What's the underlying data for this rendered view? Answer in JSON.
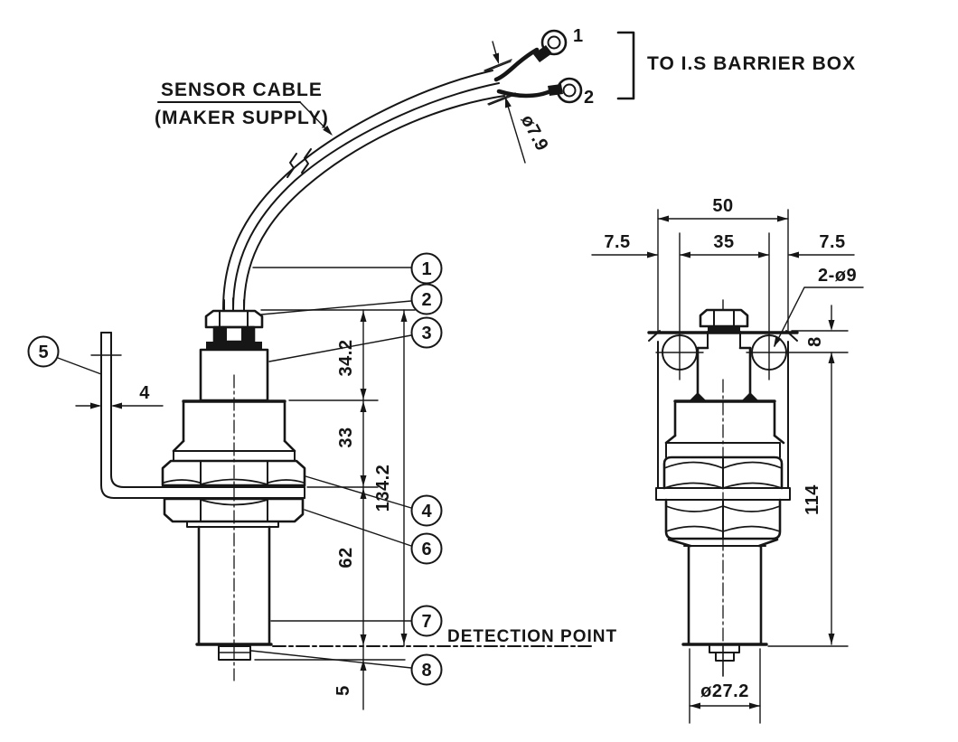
{
  "drawing": {
    "colors": {
      "ink": "#161616",
      "background": "#ffffff"
    },
    "labels": {
      "sensor_cable": "SENSOR CABLE",
      "maker_supply": "(MAKER SUPPLY)",
      "to_barrier_box": "TO I.S BARRIER BOX",
      "detection_point": "DETECTION POINT",
      "wire_1": "1",
      "wire_2": "2"
    },
    "balloons": {
      "b1": "1",
      "b2": "2",
      "b3": "3",
      "b4": "4",
      "b5": "5",
      "b6": "6",
      "b7": "7",
      "b8": "8"
    },
    "dims": {
      "cable_dia": "ø7.9",
      "upper_len": "34.2",
      "mid_len": "33",
      "total_len": "134.2",
      "lower_len": "62",
      "tip_len": "5",
      "bracket_thk": "4",
      "plate_w": "50",
      "hole_pitch": "35",
      "edge_left": "7.5",
      "edge_right": "7.5",
      "holes": "2-ø9",
      "plate_top": "8",
      "body_len": "114",
      "body_dia": "ø27.2"
    }
  }
}
